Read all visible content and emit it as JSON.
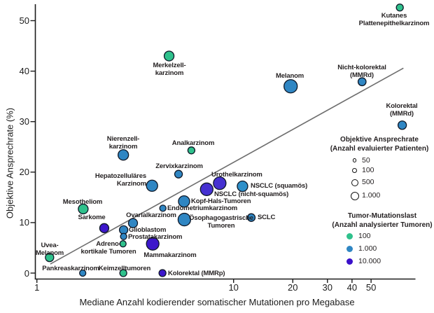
{
  "chart_data": {
    "type": "scatter",
    "subtype": "bubble",
    "title": "",
    "xlabel": "Mediane Anzahl kodierender somatischer Mutationen pro Megabase",
    "ylabel": "Objektive Ansprechrate (%)",
    "x_scale": "log",
    "x_range": [
      1,
      85
    ],
    "y_range": [
      0,
      54
    ],
    "grid": false,
    "x_ticks": [
      {
        "v": 1,
        "label": "1"
      },
      {
        "v": 10,
        "label": "10"
      },
      {
        "v": 20,
        "label": "20"
      },
      {
        "v": 30,
        "label": "30"
      },
      {
        "v": 40,
        "label": "40"
      },
      {
        "v": 50,
        "label": "50"
      }
    ],
    "y_ticks": [
      {
        "v": 0,
        "label": "0"
      },
      {
        "v": 10,
        "label": "10"
      },
      {
        "v": 20,
        "label": "20"
      },
      {
        "v": 30,
        "label": "30"
      },
      {
        "v": 40,
        "label": "40"
      },
      {
        "v": 50,
        "label": "50"
      }
    ],
    "trend_line": {
      "x1": 1.17,
      "y1": 1.8,
      "x2": 73,
      "y2": 40.6,
      "color": "#6e6e6e"
    },
    "colors": {
      "green_100_tumoren": "#2fc18c",
      "blue_1000_tumoren": "#2f86c3",
      "violet_mid": "#4531d1",
      "purple_10000_tumoren": "#3c17cb",
      "bubble_stroke": "#0e1726",
      "axis": "#1c1c1c",
      "text": "#231f20"
    },
    "size_legend": {
      "title_lines": [
        "Objektive Ansprechrate",
        "(Anzahl evaluierter Patienten)"
      ],
      "title_cx": 542,
      "title_top": 193,
      "circle_cx": 506.5,
      "text_left": 517,
      "entries": [
        {
          "label": "50",
          "r": 2.7,
          "cy": 229
        },
        {
          "label": "100",
          "r": 3.7,
          "cy": 243.5
        },
        {
          "label": "500",
          "r": 5.0,
          "cy": 260.5
        },
        {
          "label": "1.000",
          "r": 6.0,
          "cy": 279.5
        }
      ]
    },
    "color_legend": {
      "title_lines": [
        "Tumor-Mutationslast",
        "(Anzahl analysierter Tumoren)"
      ],
      "title_cx": 546,
      "title_top": 302,
      "circle_cx": 499.5,
      "text_left": 512,
      "r": 4.7,
      "entries": [
        {
          "label": "100",
          "color": "#2fc18c",
          "cy": 337.5
        },
        {
          "label": "1.000",
          "color": "#2f86c3",
          "cy": 355.5
        },
        {
          "label": "10.000",
          "color": "#3a10ca",
          "cy": 373.5
        }
      ]
    },
    "points": [
      {
        "name": "Kutanes Plattenepithelkarzinom",
        "x": 70,
        "y": 52.6,
        "r": 5,
        "color": "#2fc18c",
        "label": {
          "lines": [
            "Kutanes",
            "Plattenepithelkarzinom"
          ],
          "x": 563,
          "y": 17,
          "align": "center"
        }
      },
      {
        "name": "Merkelzellkarzinom",
        "x": 4.7,
        "y": 43,
        "r": 7,
        "color": "#2fc18c",
        "label": {
          "lines": [
            "Merkelzell-",
            "karzinom"
          ],
          "x": 242,
          "y": 88,
          "align": "center"
        }
      },
      {
        "name": "Melanom",
        "x": 19.5,
        "y": 37,
        "r": 9.5,
        "color": "#2f86c3",
        "label": {
          "lines": [
            "Melanom"
          ],
          "x": 414,
          "y": 103,
          "align": "center"
        }
      },
      {
        "name": "Nicht-kolorektal (MMRd)",
        "x": 45,
        "y": 37.9,
        "r": 5.7,
        "color": "#2f86c3",
        "label": {
          "lines": [
            "Nicht-kolorektal",
            "(MMRd)"
          ],
          "x": 517,
          "y": 91,
          "align": "center"
        }
      },
      {
        "name": "Kolorektal (MMRd)",
        "x": 72,
        "y": 29.3,
        "r": 6,
        "color": "#2f86c3",
        "label": {
          "lines": [
            "Kolorektal",
            "(MMRd)"
          ],
          "x": 574,
          "y": 146,
          "align": "center"
        }
      },
      {
        "name": "Nierenzellkarzinom",
        "x": 2.75,
        "y": 23.4,
        "r": 7.5,
        "color": "#2f86c3",
        "label": {
          "lines": [
            "Nierenzell-",
            "karzinom"
          ],
          "x": 176,
          "y": 193,
          "align": "center"
        }
      },
      {
        "name": "Analkarzinom",
        "x": 6.1,
        "y": 24.3,
        "r": 5,
        "color": "#2fc18c",
        "label": {
          "lines": [
            "Analkarzinom"
          ],
          "x": 276,
          "y": 199,
          "align": "center"
        }
      },
      {
        "name": "Zervixkarzinom",
        "x": 5.25,
        "y": 19.6,
        "r": 5.5,
        "color": "#2f86c3",
        "label": {
          "lines": [
            "Zervixkarzinom"
          ],
          "x": 256,
          "y": 232,
          "align": "center"
        }
      },
      {
        "name": "Hepatozelluläres Karzinom",
        "x": 3.85,
        "y": 17.3,
        "r": 8,
        "color": "#2f86c3",
        "label": {
          "lines": [
            "Hepatozelluläres",
            "Karzinom"
          ],
          "x": 209,
          "y": 246,
          "align": "right"
        }
      },
      {
        "name": "Urothelkarzinom",
        "x": 8.5,
        "y": 17.8,
        "r": 9,
        "color": "#4531d1",
        "label": {
          "lines": [
            "Urothelkarzinom"
          ],
          "x": 302,
          "y": 244,
          "align": "left"
        }
      },
      {
        "name": "NSCLC (nicht-squamös)",
        "x": 7.3,
        "y": 16.6,
        "r": 9,
        "color": "#4531d1",
        "label": {
          "lines": [
            "NSCLC (nicht-squamös)"
          ],
          "x": 306,
          "y": 272,
          "align": "left"
        }
      },
      {
        "name": "NSCLC (squamös)",
        "x": 11.1,
        "y": 17.2,
        "r": 7.5,
        "color": "#2e8fc9",
        "label": {
          "lines": [
            "NSCLC (squamös)"
          ],
          "x": 358,
          "y": 260,
          "align": "left"
        }
      },
      {
        "name": "Kopf-Hals-Tumoren",
        "x": 5.6,
        "y": 14.2,
        "r": 8,
        "color": "#2f86c3",
        "label": {
          "lines": [
            "Kopf-Hals-Tumoren"
          ],
          "x": 273,
          "y": 282,
          "align": "left"
        }
      },
      {
        "name": "Endometriumkarzinom",
        "x": 4.37,
        "y": 12.85,
        "r": 4.5,
        "color": "#2f86c3",
        "label": {
          "lines": [
            "Endometriumkarzinom"
          ],
          "x": 239,
          "y": 291.5,
          "align": "left"
        }
      },
      {
        "name": "Mesotheliom",
        "x": 1.72,
        "y": 12.7,
        "r": 7,
        "color": "#2fc18c",
        "label": {
          "lines": [
            "Mesotheliom"
          ],
          "x": 118,
          "y": 283,
          "align": "center"
        }
      },
      {
        "name": "Ösophagogastrische Tumoren",
        "x": 5.62,
        "y": 10.6,
        "r": 9,
        "color": "#2f86c3",
        "label": {
          "lines": [
            "Ösophagogastrische",
            "Tumoren"
          ],
          "x": 316,
          "y": 306,
          "align": "center"
        }
      },
      {
        "name": "SCLC",
        "x": 12.3,
        "y": 11,
        "r": 5.5,
        "color": "#2f86c3",
        "label": {
          "lines": [
            "SCLC"
          ],
          "x": 368,
          "y": 305,
          "align": "left"
        }
      },
      {
        "name": "Ovarialkarzinom",
        "x": 3.08,
        "y": 9.9,
        "r": 6.5,
        "color": "#2f86c3",
        "label": {
          "lines": [
            "Ovarialkarzinom"
          ],
          "x": 216,
          "y": 302,
          "align": "center"
        }
      },
      {
        "name": "Sarkome",
        "x": 2.2,
        "y": 8.9,
        "r": 6.5,
        "color": "#3c17cb",
        "label": {
          "lines": [
            "Sarkome"
          ],
          "x": 131,
          "y": 305,
          "align": "center"
        }
      },
      {
        "name": "Glioblastom",
        "x": 2.76,
        "y": 8.55,
        "r": 6,
        "color": "#2f86c3",
        "label": {
          "lines": [
            "Glioblastom"
          ],
          "x": 184,
          "y": 323,
          "align": "left"
        }
      },
      {
        "name": "Prostatakarzinom",
        "x": 2.76,
        "y": 7.25,
        "r": 4.5,
        "color": "#2f86c3",
        "label": {
          "lines": [
            "Prostatakarzinom"
          ],
          "x": 183,
          "y": 332.5,
          "align": "left"
        }
      },
      {
        "name": "Adreno-kortikale Tumoren",
        "x": 2.74,
        "y": 5.8,
        "r": 4.5,
        "color": "#2fc18c",
        "label": {
          "lines": [
            "Adreno-",
            "kortikale Tumoren"
          ],
          "x": 155,
          "y": 343,
          "align": "center"
        }
      },
      {
        "name": "Mammakarzinom",
        "x": 3.88,
        "y": 5.8,
        "r": 9,
        "color": "#3c17cb",
        "label": {
          "lines": [
            "Mammakarzinom"
          ],
          "x": 243,
          "y": 359,
          "align": "center"
        }
      },
      {
        "name": "Uvea-Melanom",
        "x": 1.16,
        "y": 3.1,
        "r": 6,
        "color": "#2fc18c",
        "label": {
          "lines": [
            "Uvea-",
            "Melanom"
          ],
          "x": 71,
          "y": 345,
          "align": "center"
        }
      },
      {
        "name": "Pankreaskarzinom",
        "x": 1.71,
        "y": 0,
        "r": 4.5,
        "color": "#2f86c3",
        "label": {
          "lines": [
            "Pankreaskarzinom"
          ],
          "x": 101,
          "y": 377.5,
          "align": "center"
        }
      },
      {
        "name": "Keimzelltumoren",
        "x": 2.75,
        "y": 0,
        "r": 5,
        "color": "#2fc18c",
        "label": {
          "lines": [
            "Keimzelltumoren"
          ],
          "x": 178,
          "y": 377.5,
          "align": "center"
        }
      },
      {
        "name": "Kolorektal (MMRp)",
        "x": 4.35,
        "y": 0,
        "r": 5,
        "color": "#3c17cb",
        "label": {
          "lines": [
            "Kolorektal (MMRp)"
          ],
          "x": 240,
          "y": 385,
          "align": "left"
        }
      }
    ]
  }
}
